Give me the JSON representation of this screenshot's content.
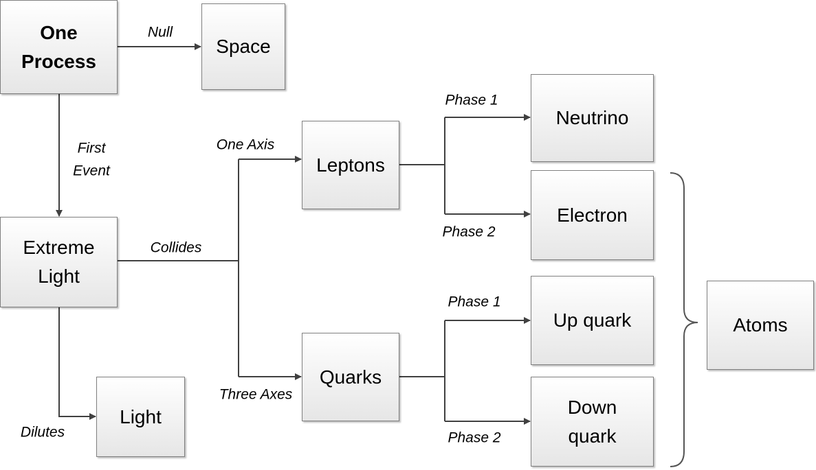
{
  "nodes": {
    "one_process": "One Process",
    "space": "Space",
    "extreme_light": "Extreme Light",
    "light": "Light",
    "leptons": "Leptons",
    "quarks": "Quarks",
    "neutrino": "Neutrino",
    "electron": "Electron",
    "up_quark": "Up quark",
    "down_quark": "Down quark",
    "atoms": "Atoms"
  },
  "edges": {
    "null": "Null",
    "first_event": "First Event",
    "collides": "Collides",
    "one_axis": "One Axis",
    "three_axes": "Three Axes",
    "dilutes": "Dilutes",
    "lep_phase1": "Phase 1",
    "lep_phase2": "Phase 2",
    "qk_phase1": "Phase 1",
    "qk_phase2": "Phase 2"
  }
}
